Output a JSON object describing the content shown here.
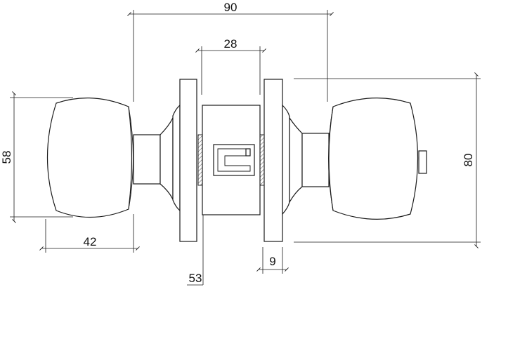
{
  "dimensions": {
    "overall_width": "90",
    "body_width": "28",
    "rose_height": "80",
    "knob_height": "58",
    "knob_depth": "42",
    "door_thickness": "53",
    "rose_thickness": "9"
  }
}
